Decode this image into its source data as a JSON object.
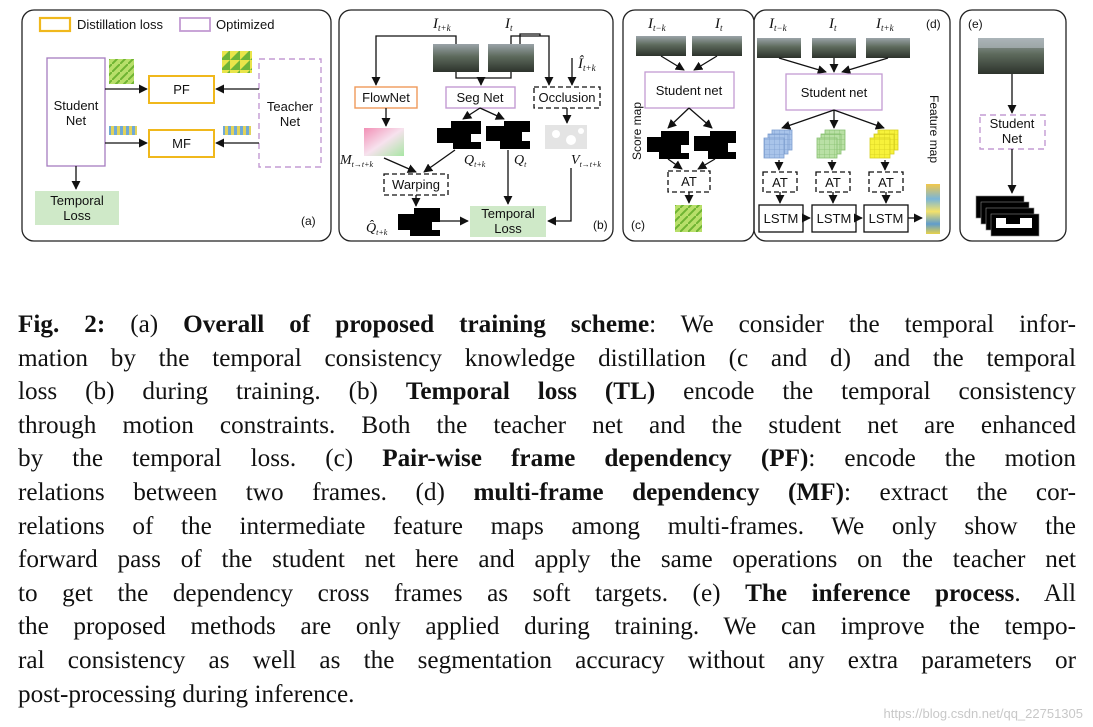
{
  "figure": {
    "panel_a": {
      "legend_distillation": "Distillation loss",
      "legend_optimized": "Optimized",
      "student": "Student\nNet",
      "teacher": "Teacher\nNet",
      "pf": "PF",
      "mf": "MF",
      "temporal_loss": "Temporal\nLoss",
      "tag": "(a)"
    },
    "panel_b": {
      "flownet": "FlowNet",
      "segnet": "Seg Net",
      "occlusion": "Occlusion",
      "warping": "Warping",
      "temporal_loss": "Temporal\nLoss",
      "tag": "(b)",
      "i_tk": "I",
      "i_t": "I",
      "sub_tk": "t+k",
      "sub_t": "t",
      "ihat": "Î",
      "m": "M",
      "m_sub": "t→t+k",
      "q_tk": "Q",
      "q_t": "Q",
      "v": "V",
      "v_sub": "t→t+k",
      "qhat": "Q̂",
      "qhat_sub": "t+k"
    },
    "panel_c": {
      "score_map": "Score map",
      "student": "Student net",
      "at": "AT",
      "tag": "(c)",
      "i_tk": "I",
      "sub_tk": "t−k",
      "i_t": "I",
      "sub_t": "t"
    },
    "panel_d": {
      "student": "Student net",
      "feature_map": "Feature map",
      "at": "AT",
      "lstm": "LSTM",
      "tag": "(d)",
      "i_tmk": "I",
      "sub_tmk": "t−k",
      "i_t": "I",
      "sub_t": "t",
      "i_tpk": "I",
      "sub_tpk": "t+k"
    },
    "panel_e": {
      "tag": "(e)",
      "student": "Student\nNet"
    },
    "colors": {
      "distillation": "#f0b81c",
      "optimized": "#c39bd3",
      "loss_fill": "#cfe9c8",
      "cube_blue": "#a9c4ea",
      "cube_green": "#b9e0a5",
      "cube_yellow": "#f5f03c",
      "score_green": "#9fd65a",
      "flow_pink": "#f2a0c0",
      "orange_box": "#f09a5a"
    }
  },
  "caption": {
    "lines": [
      [
        {
          "t": "Fig. 2:",
          "b": true
        },
        {
          "t": " (a) ",
          "b": false
        },
        {
          "t": "Overall of proposed training scheme",
          "b": true
        },
        {
          "t": ": We consider the temporal infor-",
          "b": false
        }
      ],
      [
        {
          "t": "mation by the temporal consistency knowledge distillation (c and d) and the temporal",
          "b": false
        }
      ],
      [
        {
          "t": "loss (b) during training. (b) ",
          "b": false
        },
        {
          "t": "Temporal loss (TL)",
          "b": true
        },
        {
          "t": " encode the temporal consistency",
          "b": false
        }
      ],
      [
        {
          "t": "through motion constraints. Both the teacher net and the student net are enhanced",
          "b": false
        }
      ],
      [
        {
          "t": "by the temporal loss. (c) ",
          "b": false
        },
        {
          "t": "Pair-wise frame dependency (PF)",
          "b": true
        },
        {
          "t": ": encode the motion",
          "b": false
        }
      ],
      [
        {
          "t": "relations between two frames. (d) ",
          "b": false
        },
        {
          "t": "multi-frame dependency (MF)",
          "b": true
        },
        {
          "t": ": extract the cor-",
          "b": false
        }
      ],
      [
        {
          "t": "relations of the intermediate feature maps among multi-frames. We only show the",
          "b": false
        }
      ],
      [
        {
          "t": "forward pass of the student net here and apply the same operations on the teacher net",
          "b": false
        }
      ],
      [
        {
          "t": "to get the dependency cross frames as soft targets. (e) ",
          "b": false
        },
        {
          "t": "The inference process",
          "b": true
        },
        {
          "t": ". All",
          "b": false
        }
      ],
      [
        {
          "t": "the proposed methods are only applied during training. We can improve the tempo-",
          "b": false
        }
      ],
      [
        {
          "t": "ral consistency as well as the segmentation accuracy without any extra parameters or",
          "b": false
        }
      ],
      [
        {
          "t": "post-processing during inference.",
          "b": false
        }
      ]
    ]
  },
  "watermark": "https://blog.csdn.net/qq_22751305"
}
